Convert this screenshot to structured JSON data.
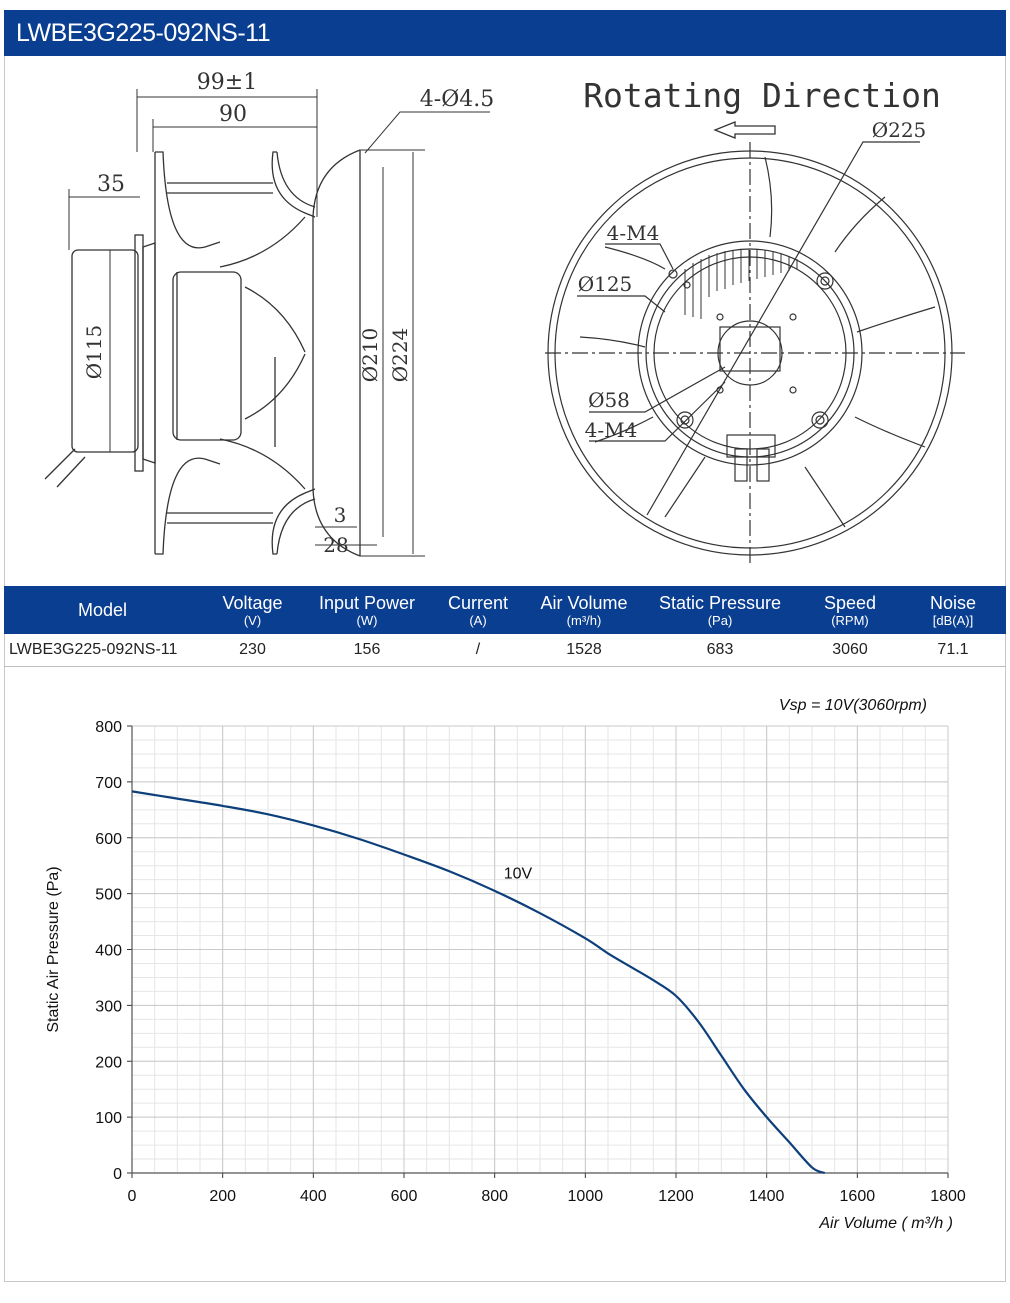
{
  "header": {
    "title": "LWBE3G225-092NS-11"
  },
  "drawing": {
    "rotating_direction": "Rotating Direction",
    "dims": {
      "overall": "99±1",
      "d90": "90",
      "d35": "35",
      "holes": "4-Ø4.5",
      "d115": "Ø115",
      "d210": "Ø210",
      "d224": "Ø224",
      "d3": "3",
      "d28": "28",
      "d225": "Ø225",
      "m4_top": "4-M4",
      "d125": "Ø125",
      "d58": "Ø58",
      "m4_bottom": "4-M4"
    }
  },
  "spec_table": {
    "headers": [
      {
        "main": "Model",
        "unit": ""
      },
      {
        "main": "Voltage",
        "unit": "(V)"
      },
      {
        "main": "Input Power",
        "unit": "(W)"
      },
      {
        "main": "Current",
        "unit": "(A)"
      },
      {
        "main": "Air Volume",
        "unit": "(m³/h)"
      },
      {
        "main": "Static Pressure",
        "unit": "(Pa)"
      },
      {
        "main": "Speed",
        "unit": "(RPM)"
      },
      {
        "main": "Noise",
        "unit": "[dB(A)]"
      }
    ],
    "row": [
      "LWBE3G225-092NS-11",
      "230",
      "156",
      "/",
      "1528",
      "683",
      "3060",
      "71.1"
    ]
  },
  "chart_data": {
    "type": "line",
    "title": "",
    "annotation": "Vsp = 10V(3060rpm)",
    "xlabel": "Air Volume ( m³/h )",
    "ylabel": "Static Air Pressure  (Pa)",
    "xlim": [
      0,
      1800
    ],
    "ylim": [
      0,
      800
    ],
    "xticks": [
      0,
      200,
      400,
      600,
      800,
      1000,
      1200,
      1400,
      1600,
      1800
    ],
    "yticks": [
      0,
      100,
      200,
      300,
      400,
      500,
      600,
      700,
      800
    ],
    "grid": true,
    "line_color": "#0d3f7a",
    "series": [
      {
        "name": "10V",
        "x": [
          0,
          100,
          200,
          300,
          400,
          500,
          600,
          700,
          800,
          900,
          1000,
          1050,
          1100,
          1150,
          1200,
          1250,
          1300,
          1350,
          1400,
          1450,
          1500,
          1528
        ],
        "y": [
          683,
          670,
          657,
          642,
          622,
          598,
          570,
          540,
          505,
          465,
          420,
          393,
          369,
          345,
          317,
          270,
          210,
          150,
          100,
          55,
          10,
          0
        ]
      }
    ]
  }
}
